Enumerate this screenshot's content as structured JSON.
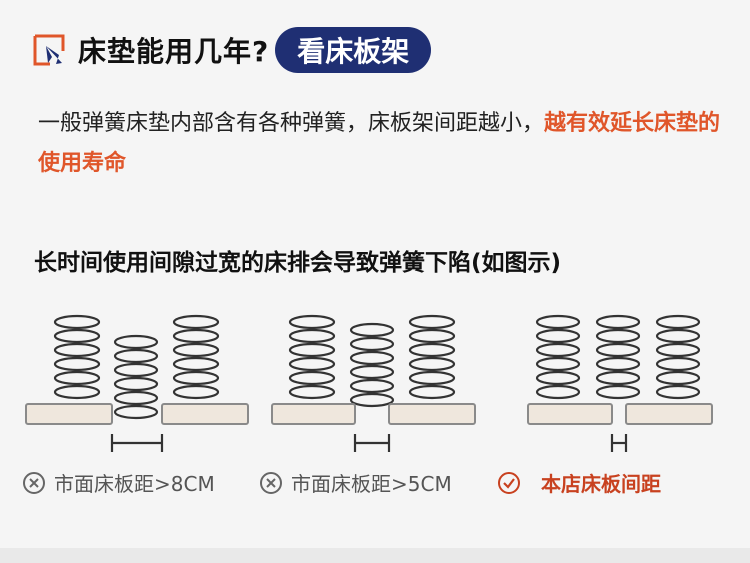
{
  "title": {
    "text": "床垫能用几年?",
    "pill": "看床板架"
  },
  "description": {
    "normal": "一般弹簧床垫内部含有各种弹簧，床板架间距越小，",
    "highlight": "越有效延长床垫的使用寿命"
  },
  "subheading": "长时间使用间隙过宽的床排会导致弹簧下陷(如图示)",
  "diagrams": [
    {
      "caption": "市面床板距>8CM",
      "status_icon": "x-circle-icon",
      "good": false
    },
    {
      "caption": "市面床板距>5CM",
      "status_icon": "x-circle-icon",
      "good": false
    },
    {
      "caption": "本店床板间距",
      "status_icon": "check-circle-icon",
      "good": true
    }
  ],
  "colors": {
    "accent": "#e0562a",
    "pill_bg": "#1f2f73",
    "board": "#efe7dd"
  }
}
